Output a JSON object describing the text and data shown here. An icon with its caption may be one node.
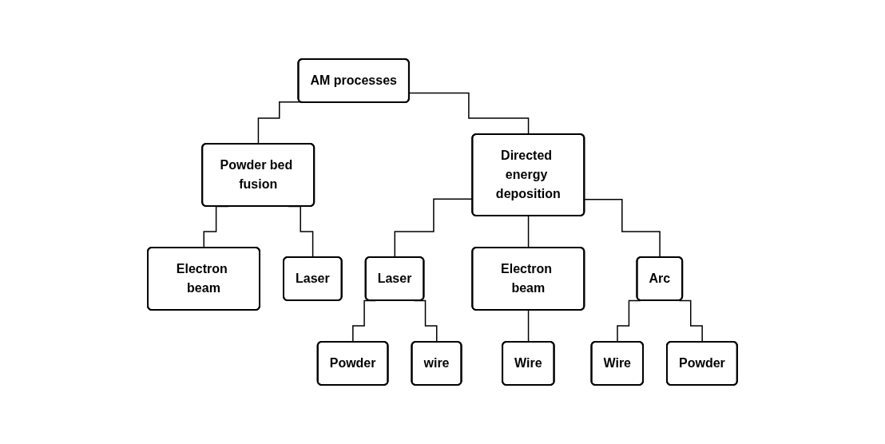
{
  "diagram": {
    "nodes": [
      {
        "text": [
          "AM processes"
        ]
      },
      {
        "text": [
          "Powder bed fusion"
        ]
      },
      {
        "text": [
          "Directed energy deposition"
        ]
      },
      {
        "text": [
          "Electron beam"
        ]
      },
      {
        "text": [
          "Laser"
        ]
      },
      {
        "text": [
          "Laser"
        ]
      },
      {
        "text": [
          "Electron beam"
        ]
      },
      {
        "text": [
          "Arc"
        ]
      },
      {
        "text": [
          "Powder"
        ]
      },
      {
        "text": [
          "wire"
        ]
      },
      {
        "text": [
          "Wire"
        ]
      },
      {
        "text": [
          "Wire"
        ]
      },
      {
        "text": [
          "Powder"
        ]
      }
    ],
    "edges": [
      {
        "from": 0,
        "to": 1,
        "arrow": "none"
      },
      {
        "from": 0,
        "to": 2,
        "arrow": "none"
      },
      {
        "from": 1,
        "to": 3,
        "arrow": "none"
      },
      {
        "from": 1,
        "to": 4,
        "arrow": "none"
      },
      {
        "from": 2,
        "to": 5,
        "arrow": "none"
      },
      {
        "from": 2,
        "to": 6,
        "arrow": "none"
      },
      {
        "from": 2,
        "to": 7,
        "arrow": "none"
      },
      {
        "from": 5,
        "to": 8,
        "arrow": "none"
      },
      {
        "from": 5,
        "to": 9,
        "arrow": "none"
      },
      {
        "from": 6,
        "to": 10,
        "arrow": "none"
      },
      {
        "from": 7,
        "to": 11,
        "arrow": "none"
      },
      {
        "from": 7,
        "to": 12,
        "arrow": "none"
      }
    ]
  }
}
